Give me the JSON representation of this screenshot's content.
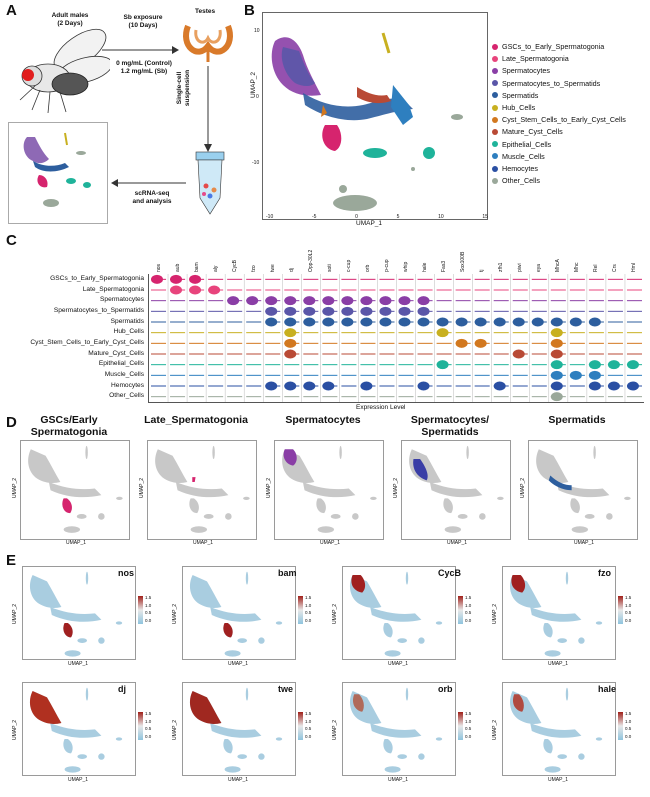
{
  "panelA": {
    "label": "A",
    "fly_title": "Adult males",
    "fly_sub": "(2 Days)",
    "exposure_title": "Sb exposure",
    "exposure_sub": "(10 Days)",
    "dose_control": "0 mg/mL (Control)",
    "dose_sb": "1.2 mg/mL (Sb)",
    "testes": "Testes",
    "suspension_1": "Single-cell",
    "suspension_2": "suspension",
    "scrna_1": "scRNA-seq",
    "scrna_2": "and analysis"
  },
  "panelB": {
    "label": "B",
    "ylabel": "UMAP_2",
    "xlabel": "UMAP_1",
    "xticks": [
      "-10",
      "-5",
      "0",
      "5",
      "10",
      "15"
    ],
    "yticks": [
      "10",
      "0",
      "-10"
    ],
    "legend": [
      {
        "name": "GSCs_to_Early_Spermatogonia",
        "color": "#d6246e"
      },
      {
        "name": "Late_Spermatogonia",
        "color": "#e8447c"
      },
      {
        "name": "Spermatocytes",
        "color": "#8a3ea6"
      },
      {
        "name": "Spermatocytes_to_Spermatids",
        "color": "#5a56a8"
      },
      {
        "name": "Spermatids",
        "color": "#2d5e9e"
      },
      {
        "name": "Hub_Cells",
        "color": "#c8b020"
      },
      {
        "name": "Cyst_Stem_Cells_to_Early_Cyst_Cells",
        "color": "#d2781f"
      },
      {
        "name": "Mature_Cyst_Cells",
        "color": "#b94a35"
      },
      {
        "name": "Epithelial_Cells",
        "color": "#1fb39a"
      },
      {
        "name": "Muscle_Cells",
        "color": "#2e7fbf"
      },
      {
        "name": "Hemocytes",
        "color": "#2a4fa3"
      },
      {
        "name": "Other_Cells",
        "color": "#9aa89a"
      }
    ]
  },
  "panelC": {
    "label": "C",
    "xlabel": "Expression Level",
    "genes": [
      "nos",
      "aub",
      "bam",
      "aly",
      "CycB",
      "fzo",
      "twe",
      "dj",
      "Opp-30L2",
      "soti",
      "c-cup",
      "orb",
      "p-cup",
      "whip",
      "hale",
      "Fas3",
      "Sox100B",
      "tj",
      "zfh1",
      "piwi",
      "eya",
      "MhcA",
      "Mhc",
      "Rel",
      "Crs",
      "Hml"
    ],
    "celltypes": [
      "GSCs_to_Early_Spermatogonia",
      "Late_Spermatogonia",
      "Spermatocytes",
      "Spermatocytes_to_Spermatids",
      "Spermatids",
      "Hub_Cells",
      "Cyst_Stem_Cells_to_Early_Cyst_Cells",
      "Mature_Cyst_Cells",
      "Epithelial_Cells",
      "Muscle_Cells",
      "Hemocytes",
      "Other_Cells"
    ]
  },
  "panelD": {
    "label": "D",
    "titles": [
      {
        "l1": "GSCs/Early",
        "l2": "Spermatogonia"
      },
      {
        "l1": "Late_Spermatogonia",
        "l2": ""
      },
      {
        "l1": "Spermatocytes",
        "l2": ""
      },
      {
        "l1": "Spermatocytes/",
        "l2": "Spermatids"
      },
      {
        "l1": "Spermatids",
        "l2": ""
      }
    ],
    "ylabel": "UMAP_2",
    "xlabel": "UMAP_1"
  },
  "panelE": {
    "label": "E",
    "genes": [
      "nos",
      "bam",
      "CycB",
      "fzo",
      "dj",
      "twe",
      "orb",
      "hale"
    ],
    "ylabel": "UMAP_2",
    "xlabel": "UMAP_1",
    "scale_max": "1.5",
    "scale_mid": "1.0",
    "scale_low": "0.5",
    "scale_min": "0.0"
  }
}
